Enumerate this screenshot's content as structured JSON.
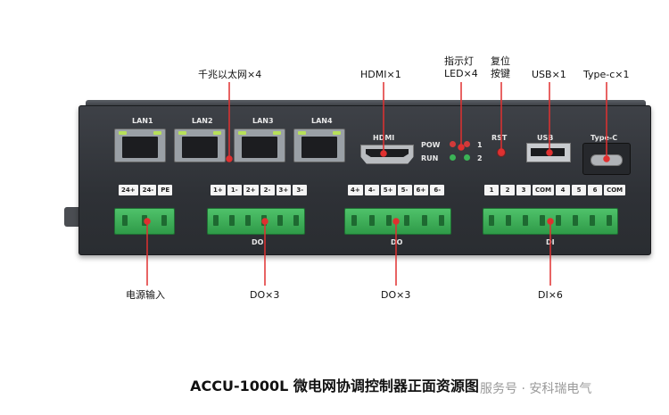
{
  "title": "ACCU-1000L 微电网协调控制器正面资源图",
  "watermark": "服务号 · 安科瑞电气",
  "callouts": {
    "lan": "千兆以太网×4",
    "hdmi": "HDMI×1",
    "led_line1": "指示灯",
    "led_line2": "LED×4",
    "reset_line1": "复位",
    "reset_line2": "按键",
    "usb": "USB×1",
    "typec": "Type-c×1",
    "power": "电源输入",
    "do1": "DO×3",
    "do2": "DO×3",
    "di": "DI×6"
  },
  "panel": {
    "lan_labels": [
      "LAN1",
      "LAN2",
      "LAN3",
      "LAN4"
    ],
    "hdmi": "HDMI",
    "pow": "POW",
    "run": "RUN",
    "led1": "1",
    "led2": "2",
    "rst": "RST",
    "usb": "USB",
    "typec": "Type-C",
    "do_label_1": "DO",
    "do_label_2": "DO",
    "di_label": "DI",
    "power_pins": [
      "24+",
      "24-",
      "PE"
    ],
    "do1_pins": [
      "1+",
      "1-",
      "2+",
      "2-",
      "3+",
      "3-"
    ],
    "do2_pins": [
      "4+",
      "4-",
      "5+",
      "5-",
      "6+",
      "6-"
    ],
    "di_pins": [
      "1",
      "2",
      "3",
      "COM",
      "4",
      "5",
      "6",
      "COM"
    ]
  },
  "colors": {
    "callout_line": "#e03030",
    "terminal_green": "#3cae57",
    "led_red": "#d23a3a",
    "led_green": "#3bb356"
  }
}
